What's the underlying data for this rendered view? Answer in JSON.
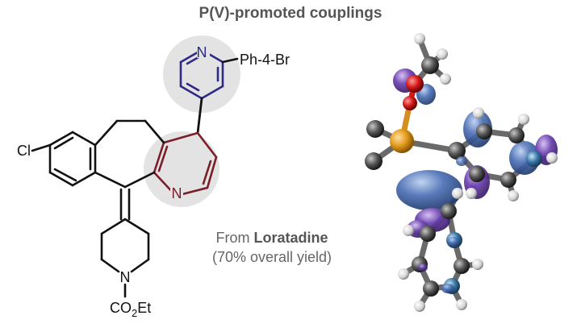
{
  "title": "P(V)-promoted couplings",
  "caption": {
    "prefix": "From",
    "compound": "Loratadine",
    "yield": "(70% overall yield)"
  },
  "labels": {
    "n_top": "N",
    "substituent": "Ph-4-Br",
    "chloro": "Cl",
    "n_mid": "N",
    "n_pip": "N",
    "ester_c": "CO",
    "ester_sub": "2",
    "ester_end": "Et"
  },
  "colors": {
    "title": "#555555",
    "caption": "#666666",
    "bond": "#111111",
    "pyridine_top": "#2e2a86",
    "pyridine_mid": "#7a1e2a",
    "highlight": "#e3e3e3",
    "orbital_blue": "#3f63a8",
    "orbital_purple": "#6a3fae",
    "phosphorus": "#e39a1d",
    "oxygen": "#d31a1a",
    "nitrogen": "#3a78a8"
  }
}
